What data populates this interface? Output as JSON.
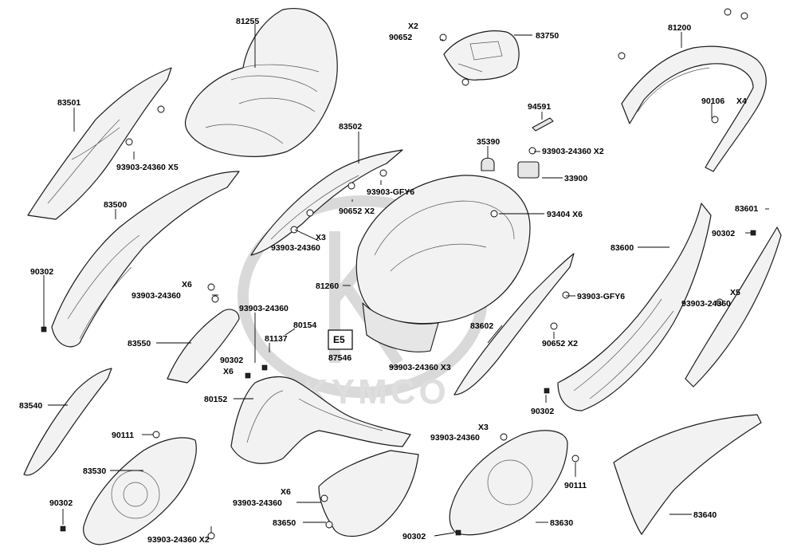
{
  "watermark": {
    "text": "KYMCO"
  },
  "mark": {
    "e5": "E5"
  },
  "labels": [
    {
      "id": "81255",
      "text": "81255"
    },
    {
      "id": "x2-top",
      "text": "X2"
    },
    {
      "id": "90652-top",
      "text": "90652"
    },
    {
      "id": "83750",
      "text": "83750"
    },
    {
      "id": "81200",
      "text": "81200"
    },
    {
      "id": "83501",
      "text": "83501"
    },
    {
      "id": "90106",
      "text": "90106"
    },
    {
      "id": "x4",
      "text": "X4"
    },
    {
      "id": "94591",
      "text": "94591"
    },
    {
      "id": "35390",
      "text": "35390"
    },
    {
      "id": "93903-x2-a",
      "text": "93903-24360 X2"
    },
    {
      "id": "83502",
      "text": "83502"
    },
    {
      "id": "93903-x5-a",
      "text": "93903-24360 X5"
    },
    {
      "id": "33900",
      "text": "33900"
    },
    {
      "id": "93903-gfy6-a",
      "text": "93903-GFY6"
    },
    {
      "id": "83500",
      "text": "83500"
    },
    {
      "id": "90652-x2-a",
      "text": "90652   X2"
    },
    {
      "id": "93404",
      "text": "93404   X6"
    },
    {
      "id": "83601",
      "text": "83601"
    },
    {
      "id": "x3-a",
      "text": "X3"
    },
    {
      "id": "93903-c",
      "text": "93903-24360"
    },
    {
      "id": "90302-r",
      "text": "90302"
    },
    {
      "id": "83600",
      "text": "83600"
    },
    {
      "id": "90302-l",
      "text": "90302"
    },
    {
      "id": "81260",
      "text": "81260"
    },
    {
      "id": "x6-a",
      "text": "X6"
    },
    {
      "id": "93903-d",
      "text": "93903-24360"
    },
    {
      "id": "93903-gfy6-b",
      "text": "93903-GFY6"
    },
    {
      "id": "x5-r",
      "text": "X5"
    },
    {
      "id": "93903-e",
      "text": "93903-24360"
    },
    {
      "id": "93903-f",
      "text": "93903-24360"
    },
    {
      "id": "80154",
      "text": "80154"
    },
    {
      "id": "83602",
      "text": "83602"
    },
    {
      "id": "83550",
      "text": "83550"
    },
    {
      "id": "81137",
      "text": "81137"
    },
    {
      "id": "90652-x2-b",
      "text": "90652   X2"
    },
    {
      "id": "90302-m",
      "text": "90302"
    },
    {
      "id": "x6-b",
      "text": "X6"
    },
    {
      "id": "87546",
      "text": "87546"
    },
    {
      "id": "93903-x3",
      "text": "93903-24360 X3"
    },
    {
      "id": "80152",
      "text": "80152"
    },
    {
      "id": "90302-mr",
      "text": "90302"
    },
    {
      "id": "83540",
      "text": "83540"
    },
    {
      "id": "x3-b",
      "text": "X3"
    },
    {
      "id": "93903-g",
      "text": "93903-24360"
    },
    {
      "id": "90111-l",
      "text": "90111"
    },
    {
      "id": "83530",
      "text": "83530"
    },
    {
      "id": "90111-r",
      "text": "90111"
    },
    {
      "id": "x6-c",
      "text": "X6"
    },
    {
      "id": "93903-h",
      "text": "93903-24360"
    },
    {
      "id": "90302-bl",
      "text": "90302"
    },
    {
      "id": "83650",
      "text": "83650"
    },
    {
      "id": "83630",
      "text": "83630"
    },
    {
      "id": "83640",
      "text": "83640"
    },
    {
      "id": "93903-x2-b",
      "text": "93903-24360 X2"
    },
    {
      "id": "90302-b",
      "text": "90302"
    }
  ]
}
